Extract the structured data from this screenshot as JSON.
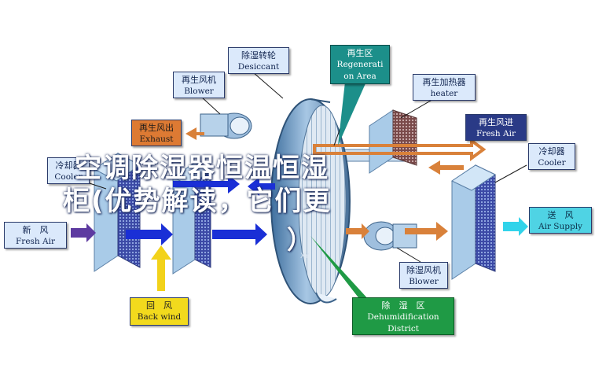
{
  "labels": {
    "desiccant": {
      "cn": "除湿转轮",
      "en": "Desiccant"
    },
    "regen_area": {
      "cn": "再生区",
      "en1": "Regenerati",
      "en2": "on Area"
    },
    "regen_blower": {
      "cn": "再生风机",
      "en": "Blower"
    },
    "regen_heater": {
      "cn": "再生加热器",
      "en": "heater"
    },
    "exhaust": {
      "cn": "再生风出",
      "en": "Exhaust"
    },
    "regen_fresh": {
      "cn": "再生风进",
      "en": "Fresh Air"
    },
    "cooler_left": {
      "cn": "冷却器",
      "en": "Cooler"
    },
    "cooler_right": {
      "cn": "冷却器",
      "en": "Cooler"
    },
    "fresh_air": {
      "cn": "新　风",
      "en": "Fresh Air"
    },
    "air_supply": {
      "cn": "送　风",
      "en": "Air Supply"
    },
    "dehum_blower": {
      "cn": "除湿风机",
      "en": "Blower"
    },
    "dehum_district": {
      "cn": "除　湿　区",
      "en1": "Dehumidification",
      "en2": "District"
    },
    "back_wind": {
      "cn": "回　风",
      "en": "Back wind"
    }
  },
  "overlay": {
    "line1": "空调除湿器恒温恒湿",
    "line2": "柜(优势解读，它们更",
    "line3": "）"
  },
  "colors": {
    "flow_blue": "#1a2fd6",
    "flow_orange": "#d9813a",
    "flow_yellow": "#f2d21a",
    "flow_cyan": "#31d3ea",
    "flow_purple": "#5d3aa0"
  }
}
